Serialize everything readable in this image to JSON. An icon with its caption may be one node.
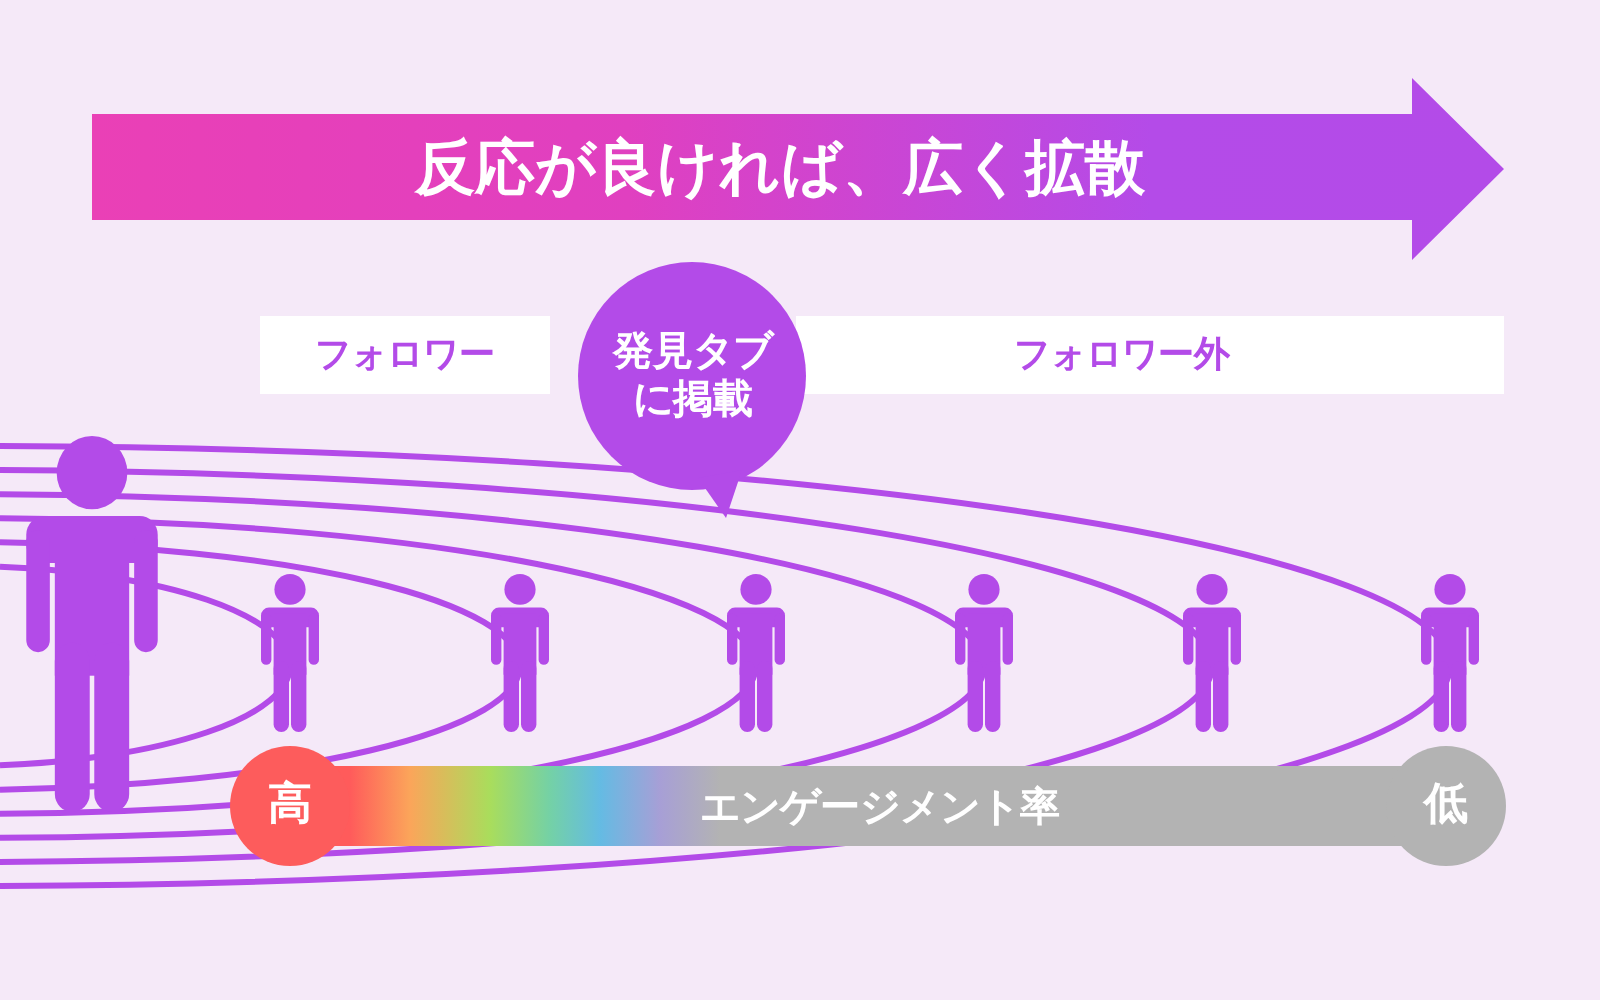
{
  "diagram": {
    "nodes": [
      {
        "text": [
          "反応が良ければ、広く拡散"
        ]
      },
      {
        "text": [
          "フォロワー"
        ]
      },
      {
        "text": [
          "発見タブに掲載"
        ]
      },
      {
        "text": [
          "フォロワー外"
        ]
      },
      {
        "text": [],
        "shape": "person"
      },
      {
        "text": [],
        "shape": "person"
      },
      {
        "text": [],
        "shape": "person"
      },
      {
        "text": [],
        "shape": "person"
      },
      {
        "text": [],
        "shape": "person"
      },
      {
        "text": [],
        "shape": "person"
      },
      {
        "text": [],
        "shape": "person"
      },
      {
        "text": [
          "高"
        ]
      },
      {
        "text": [
          "エンゲージメント率"
        ]
      },
      {
        "text": [
          "低"
        ]
      }
    ]
  }
}
